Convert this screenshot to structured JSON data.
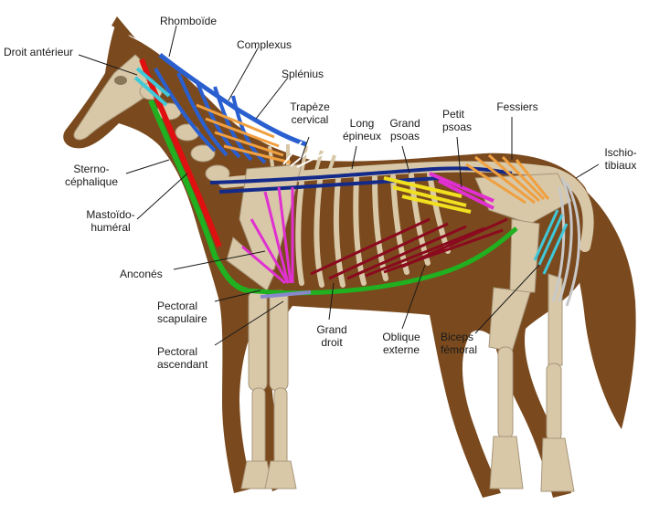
{
  "labels": {
    "rhomboide": "Rhomboïde",
    "droit_anterieur": "Droit antérieur",
    "complexus": "Complexus",
    "splenius": "Splénius",
    "trapeze_cervical": "Trapèze\ncervical",
    "long_epineux": "Long\népineux",
    "grand_psoas": "Grand\npsoas",
    "petit_psoas": "Petit\npsoas",
    "fessiers": "Fessiers",
    "ischio_tibiaux": "Ischio-\ntibiaux",
    "sterno_cephalique": "Sterno-\ncéphalique",
    "mastoido_humeral": "Mastoïdo-\nhuméral",
    "ancones": "Anconés",
    "pectoral_scapulaire": "Pectoral\nscapulaire",
    "pectoral_ascendant": "Pectoral\nascendant",
    "grand_droit": "Grand\ndroit",
    "oblique_externe": "Oblique\nexterne",
    "biceps_femoral": "Biceps\nfémoral"
  },
  "colors": {
    "body": "#7a4a1e",
    "bone": "#d8c8a8",
    "bone_dark": "#a8967a",
    "muscle_blue": "#2a5fd0",
    "muscle_navy": "#142a8a",
    "muscle_red": "#e01010",
    "muscle_green": "#20b020",
    "muscle_orange": "#f0a040",
    "muscle_yellow": "#f0e020",
    "muscle_magenta": "#e030d0",
    "muscle_darkred": "#8a0a1e",
    "muscle_cyan": "#40c8d8",
    "muscle_gray": "#c8c8c8",
    "label_text": "#1a1a1a"
  }
}
